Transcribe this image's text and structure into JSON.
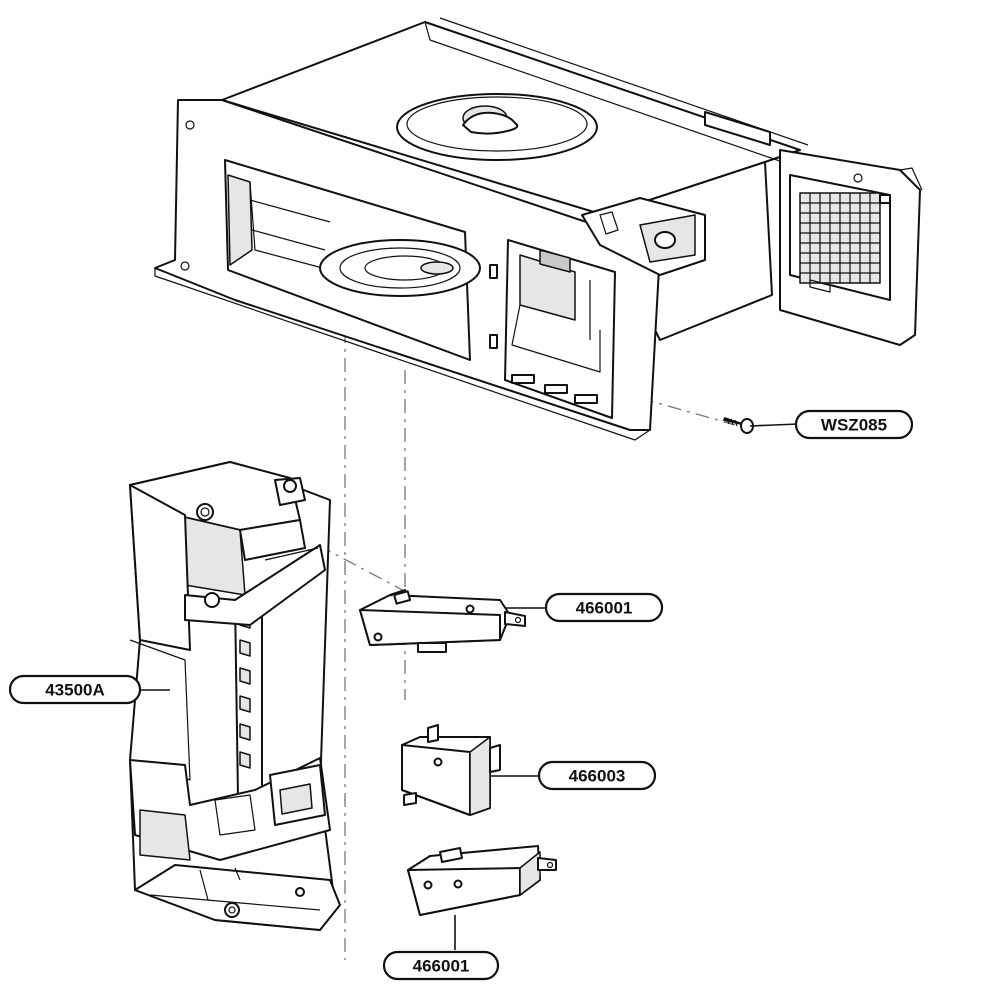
{
  "diagram": {
    "callouts": [
      {
        "id": "screw",
        "label": "WSZ085"
      },
      {
        "id": "switch-top",
        "label": "466001"
      },
      {
        "id": "latch-board",
        "label": "43500A"
      },
      {
        "id": "switch-middle",
        "label": "466003"
      },
      {
        "id": "switch-bottom",
        "label": "466001"
      }
    ]
  }
}
